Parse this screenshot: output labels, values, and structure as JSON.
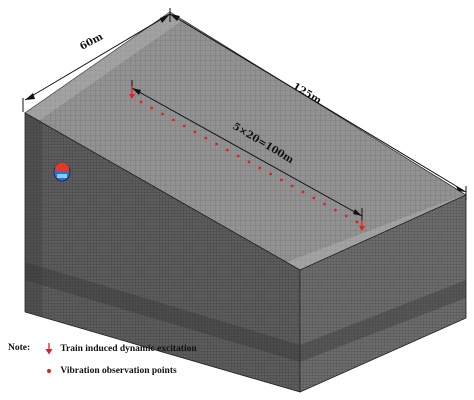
{
  "dimensions": {
    "width_label": "60m",
    "length_label": "125m",
    "line_label": "5×20=100m"
  },
  "legend": {
    "note_label": "Note:",
    "excitation_label": "Train induced dynamic excitation",
    "observation_label": "Vibration observation points"
  },
  "colors": {
    "top_face": "#8f8f8f",
    "front_face": "#595959",
    "right_face": "#6a6a6a",
    "observation_point": "#e02020",
    "excitation_arrow": "#e02020",
    "dimension_line": "#111111"
  },
  "icons": {
    "excitation": "down-arrow-icon",
    "observation": "dot-icon",
    "tunnel": "tunnel-cross-section-icon"
  },
  "observation_point_count": 21
}
